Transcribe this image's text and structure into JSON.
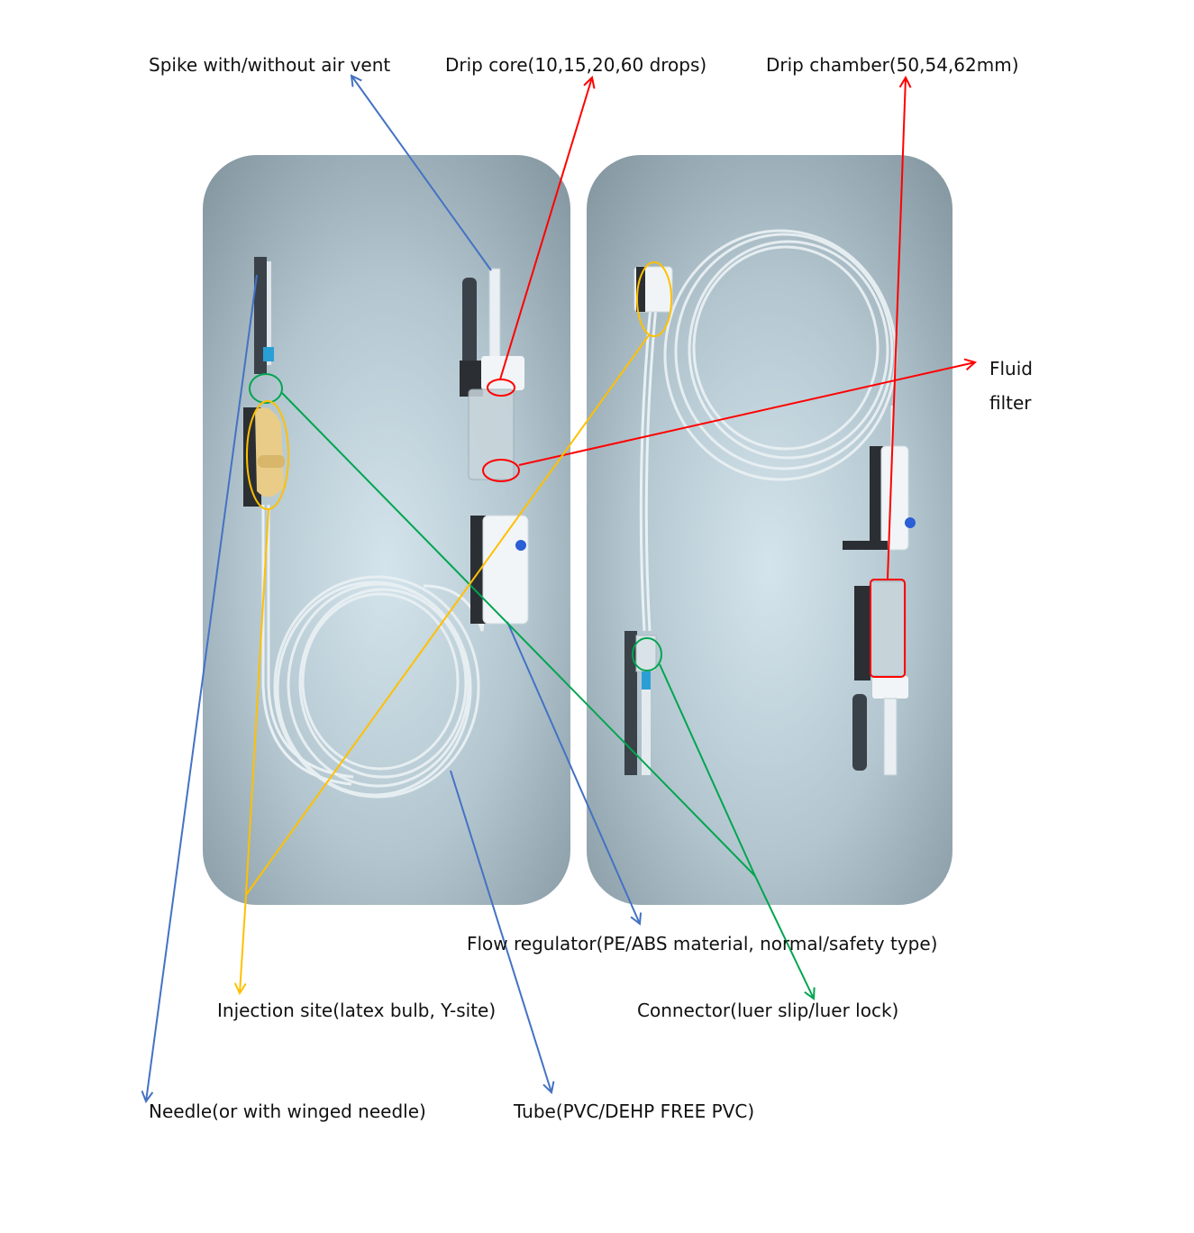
{
  "labels": {
    "spike": "Spike with/without air vent",
    "drip_core": "Drip core(10,15,20,60 drops)",
    "drip_chamber": "Drip chamber(50,54,62mm)",
    "fluid_filter_line1": "Fluid",
    "fluid_filter_line2": "filter",
    "flow_regulator": "Flow regulator(PE/ABS material, normal/safety type)",
    "injection_site": "Injection site(latex bulb, Y-site)",
    "connector": "Connector(luer slip/luer lock)",
    "needle": "Needle(or with winged needle)",
    "tube": "Tube(PVC/DEHP FREE PVC)"
  },
  "colors": {
    "blue_arrow": "#4472c4",
    "red_arrow": "#ff0000",
    "green_arrow": "#00a550",
    "yellow_arrow": "#ffc000",
    "panel_light": "#c5d6de",
    "panel_dark": "#8fa3ad"
  }
}
